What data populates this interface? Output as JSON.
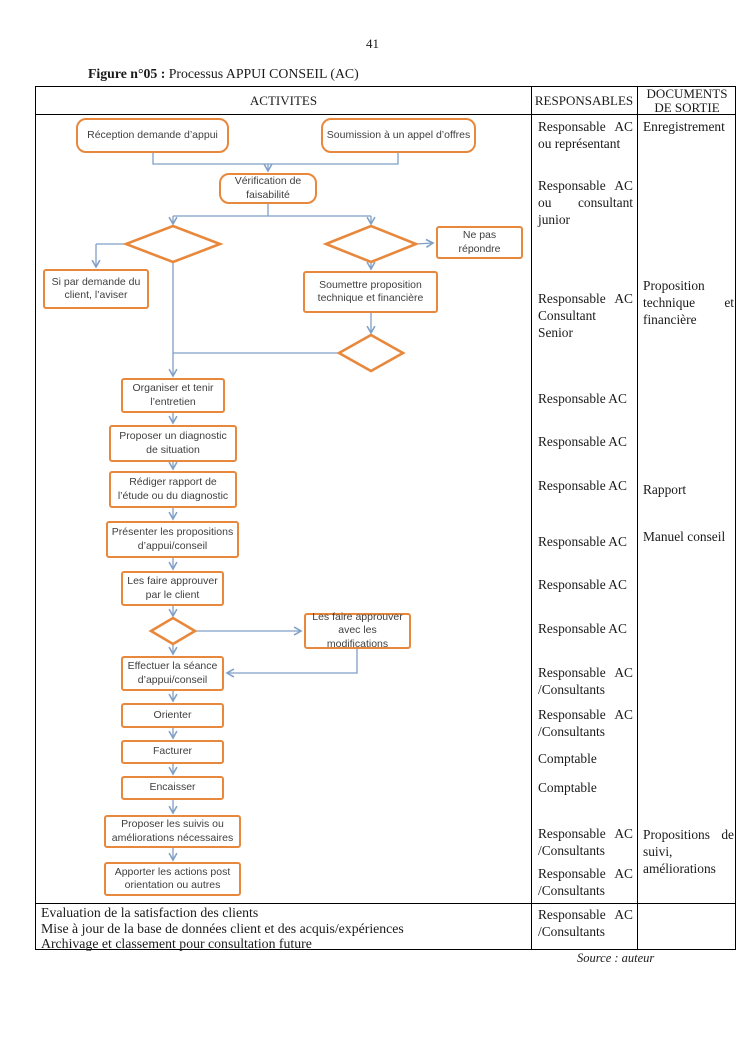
{
  "page": {
    "number": "41",
    "figure_label": "Figure n°05 :",
    "figure_title": " Processus APPUI CONSEIL (AC)",
    "source": "Source : auteur"
  },
  "colors": {
    "node_border": "#E8883C",
    "connector": "#7F9FC6",
    "table_border": "#000000"
  },
  "table": {
    "header": {
      "activities": "ACTIVITES",
      "responsables": "RESPONSABLES",
      "documents": "DOCUMENTS\nDE SORTIE"
    },
    "footer_activities": "Evaluation de la satisfaction des clients\nMise à jour de la base de données client et des acquis/expériences\n Archivage et classement pour consultation future"
  },
  "flowchart": {
    "reception": "Réception demande d’appui",
    "soumission": "Soumission à un appel d’offres",
    "verification": "Vérification de faisabilité",
    "ne_pas_repondre": "Ne pas répondre",
    "si_demande": "Si par demande du client, l’aviser",
    "soumettre": "Soumettre proposition technique et financière",
    "organiser": "Organiser et tenir l’entretien",
    "diagnostic": "Proposer un diagnostic de situation",
    "rediger": "Rédiger rapport de l’étude ou du diagnostic",
    "presenter": "Présenter les propositions d’appui/conseil",
    "approuver_client": "Les faire approuver par le client",
    "approuver_modifs": "Les faire approuver avec les modifications",
    "effectuer": "Effectuer la séance d’appui/conseil",
    "orienter": "Orienter",
    "facturer": "Facturer",
    "encaisser": "Encaisser",
    "suivis": "Proposer les suivis ou améliorations nécessaires",
    "apporter": "Apporter les actions post orientation ou autres"
  },
  "responsables": [
    "Responsable AC ou représentant",
    "Responsable AC ou consultant junior",
    "Responsable AC Consultant Senior",
    "Responsable AC",
    "Responsable AC",
    "Responsable AC",
    "Responsable AC",
    "Responsable AC",
    "Responsable AC",
    "Responsable AC /Consultants",
    "Responsable AC /Consultants",
    "Comptable",
    "Comptable",
    "Responsable AC /Consultants",
    "Responsable AC /Consultants",
    "Responsable AC /Consultants"
  ],
  "documents": [
    "Enregistrement",
    "Proposition technique et financière",
    "Rapport",
    "Manuel conseil",
    "Propositions de suivi, améliorations"
  ]
}
